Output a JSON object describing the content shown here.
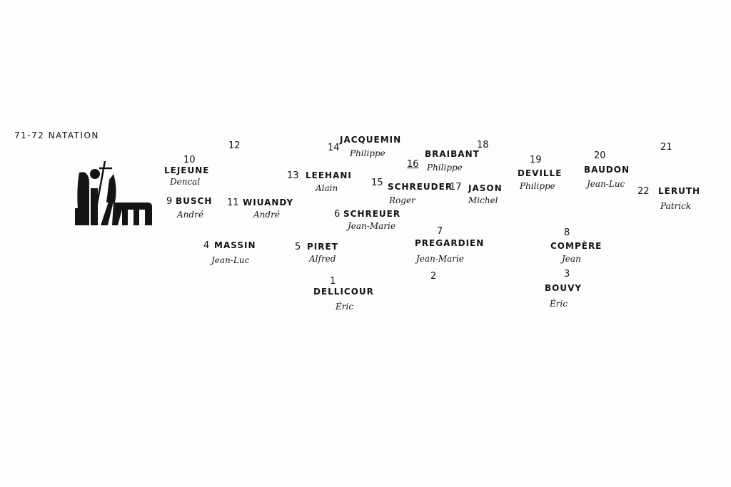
{
  "title": "71-72  NATATION",
  "logo": {
    "text": "ISM"
  },
  "lone_numbers": [
    "12",
    "18",
    "21",
    "2"
  ],
  "people": [
    {
      "num": "10",
      "surname": "LEJEUNE",
      "first": "Dencal"
    },
    {
      "num": "9",
      "surname": "BUSCH",
      "first": "André"
    },
    {
      "num": "11",
      "surname": "WIUANDY",
      "first": "André"
    },
    {
      "num": "13",
      "surname": "LEEHANI",
      "first": "Alain"
    },
    {
      "num": "14",
      "surname": "JACQUEMIN",
      "first": "Philippe"
    },
    {
      "num": "6",
      "surname": "SCHREUER",
      "first": "Jean-Marie"
    },
    {
      "num": "15",
      "surname": "SCHREUDER",
      "first": "Roger"
    },
    {
      "num": "16",
      "surname": "BRAIBANT",
      "first": "Philippe"
    },
    {
      "num": "17",
      "surname": "JASON",
      "first": "Michel"
    },
    {
      "num": "19",
      "surname": "DEVILLE",
      "first": "Philippe"
    },
    {
      "num": "20",
      "surname": "BAUDON",
      "first": "Jean-Luc"
    },
    {
      "num": "22",
      "surname": "LERUTH",
      "first": "Patrick"
    },
    {
      "num": "4",
      "surname": "MASSIN",
      "first": "Jean-Luc"
    },
    {
      "num": "5",
      "surname": "PIRET",
      "first": "Alfred"
    },
    {
      "num": "7",
      "surname": "PREGARDIEN",
      "first": "Jean-Marie"
    },
    {
      "num": "8",
      "surname": "COMPÈRE",
      "first": "Jean"
    },
    {
      "num": "1",
      "surname": "DELLICOUR",
      "first": "Éric"
    },
    {
      "num": "3",
      "surname": "BOUVY",
      "first": "Éric"
    }
  ]
}
